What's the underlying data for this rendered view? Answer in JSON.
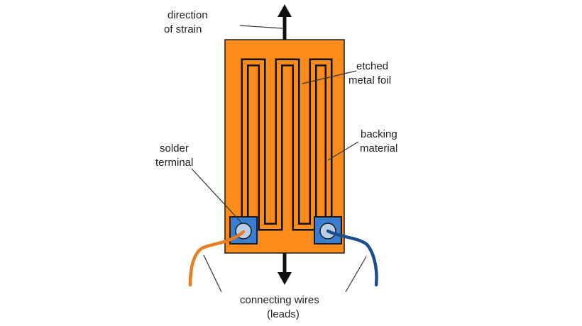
{
  "labels": {
    "direction_line1": "direction",
    "direction_line2": "of strain",
    "etched_line1": "etched",
    "etched_line2": "metal foil",
    "backing_line1": "backing",
    "backing_line2": "material",
    "solder_line1": "solder",
    "solder_line2": "terminal",
    "wires_line1": "connecting wires",
    "wires_line2": "(leads)"
  },
  "colors": {
    "backing": "#fb8c1c",
    "foil": "#111111",
    "terminal": "#3a7ed2",
    "terminal_disc": "#b9cfe8",
    "wire_left": "#e67e22",
    "wire_right": "#1f4e8c",
    "outline": "#1b1b1b"
  }
}
